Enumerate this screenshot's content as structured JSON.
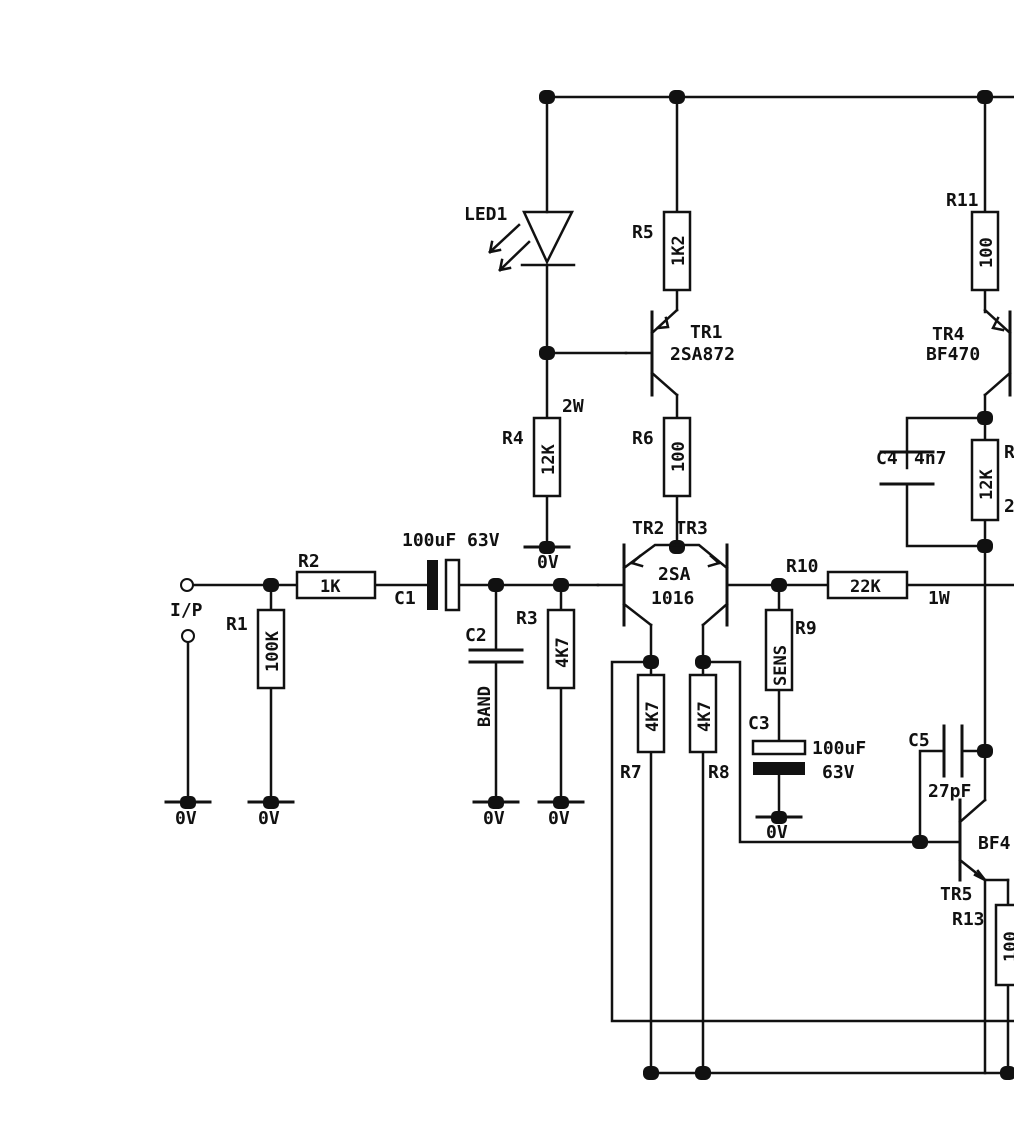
{
  "labels": {
    "led1": "LED1",
    "r1": "R1",
    "r1_val": "100K",
    "r2": "R2",
    "r2_val": "1K",
    "r3": "R3",
    "r3_val": "4K7",
    "r4": "R4",
    "r4_val": "12K",
    "r4_power": "2W",
    "r5": "R5",
    "r5_val": "1K2",
    "r6": "R6",
    "r6_val": "100",
    "r7": "R7",
    "r7_val": "4K7",
    "r8": "R8",
    "r8_val": "4K7",
    "r9": "R9",
    "r9_val": "SENS",
    "r10": "R10",
    "r10_val": "22K",
    "r10_power": "1W",
    "r11": "R11",
    "r11_val": "100",
    "r12_val": "12K",
    "r13": "R13",
    "r13_val": "100",
    "c1": "C1",
    "c1_val": "100uF 63V",
    "c2": "C2",
    "c2_val": "BAND",
    "c3": "C3",
    "c3_val1": "100uF",
    "c3_val2": "63V",
    "c4": "C4",
    "c4_val": "4n7",
    "c5": "C5",
    "c5_val": "27pF",
    "tr1": "TR1",
    "tr1_type": "2SA872",
    "tr23": "TR2 TR3",
    "tr23_type1": "2SA",
    "tr23_type2": "1016",
    "tr4": "TR4",
    "tr4_type": "BF470",
    "tr5": "TR5",
    "tr5_type": "BF4",
    "input": "I/P",
    "ground": "0V",
    "cut_r": "R",
    "cut_2": "2"
  }
}
